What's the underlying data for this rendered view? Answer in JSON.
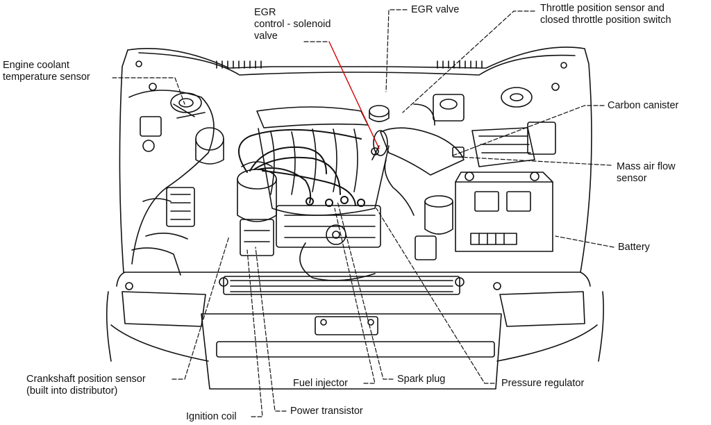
{
  "colors": {
    "ink": "#111111",
    "highlight_leader": "#d40000",
    "background": "#ffffff"
  },
  "labels": {
    "egr_solenoid": "EGR\ncontrol - solenoid\nvalve",
    "egr_valve": "EGR valve",
    "throttle_sensor": "Throttle position sensor and\nclosed throttle position switch",
    "coolant_sensor": "Engine coolant\ntemperature sensor",
    "carbon_canister": "Carbon canister",
    "mass_air_flow": "Mass air flow\nsensor",
    "battery": "Battery",
    "crankshaft_sensor": "Crankshaft position sensor\n(built into distributor)",
    "fuel_injector": "Fuel injector",
    "spark_plug": "Spark plug",
    "pressure_regulator": "Pressure regulator",
    "ignition_coil": "Ignition coil",
    "power_transistor": "Power transistor"
  }
}
